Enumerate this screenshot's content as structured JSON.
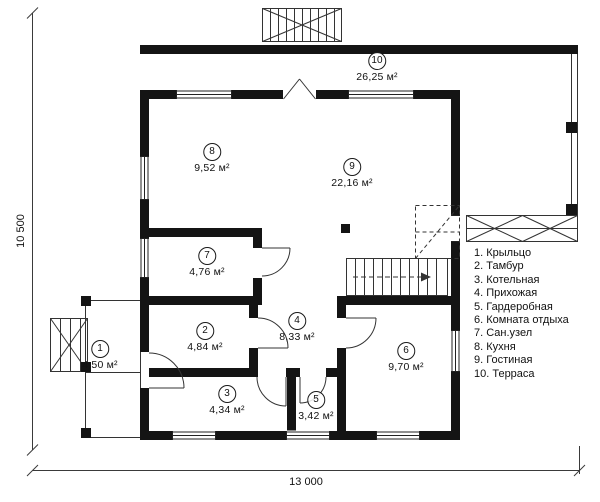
{
  "plan": {
    "dim_width_label": "13 000",
    "dim_height_label": "10 500"
  },
  "rooms": [
    {
      "number": "1",
      "area": "4,50 м²",
      "name": "Крыльцо"
    },
    {
      "number": "2",
      "area": "4,84 м²",
      "name": "Тамбур"
    },
    {
      "number": "3",
      "area": "4,34 м²",
      "name": "Котельная"
    },
    {
      "number": "4",
      "area": "8,33 м²",
      "name": "Прихожая"
    },
    {
      "number": "5",
      "area": "3,42 м²",
      "name": "Гардеробная"
    },
    {
      "number": "6",
      "area": "9,70 м²",
      "name": "Комната отдыха"
    },
    {
      "number": "7",
      "area": "4,76 м²",
      "name": "Сан.узел"
    },
    {
      "number": "8",
      "area": "9,52 м²",
      "name": "Кухня"
    },
    {
      "number": "9",
      "area": "22,16 м²",
      "name": "Гостиная"
    },
    {
      "number": "10",
      "area": "26,25 м²",
      "name": "Терраса"
    }
  ],
  "legend_items": [
    "1. Крыльцо",
    "2. Тамбур",
    "3. Котельная",
    "4. Прихожая",
    "5. Гардеробная",
    "6. Комната отдыха",
    "7. Сан.узел",
    "8. Кухня",
    "9. Гостиная",
    "10. Терраса"
  ]
}
